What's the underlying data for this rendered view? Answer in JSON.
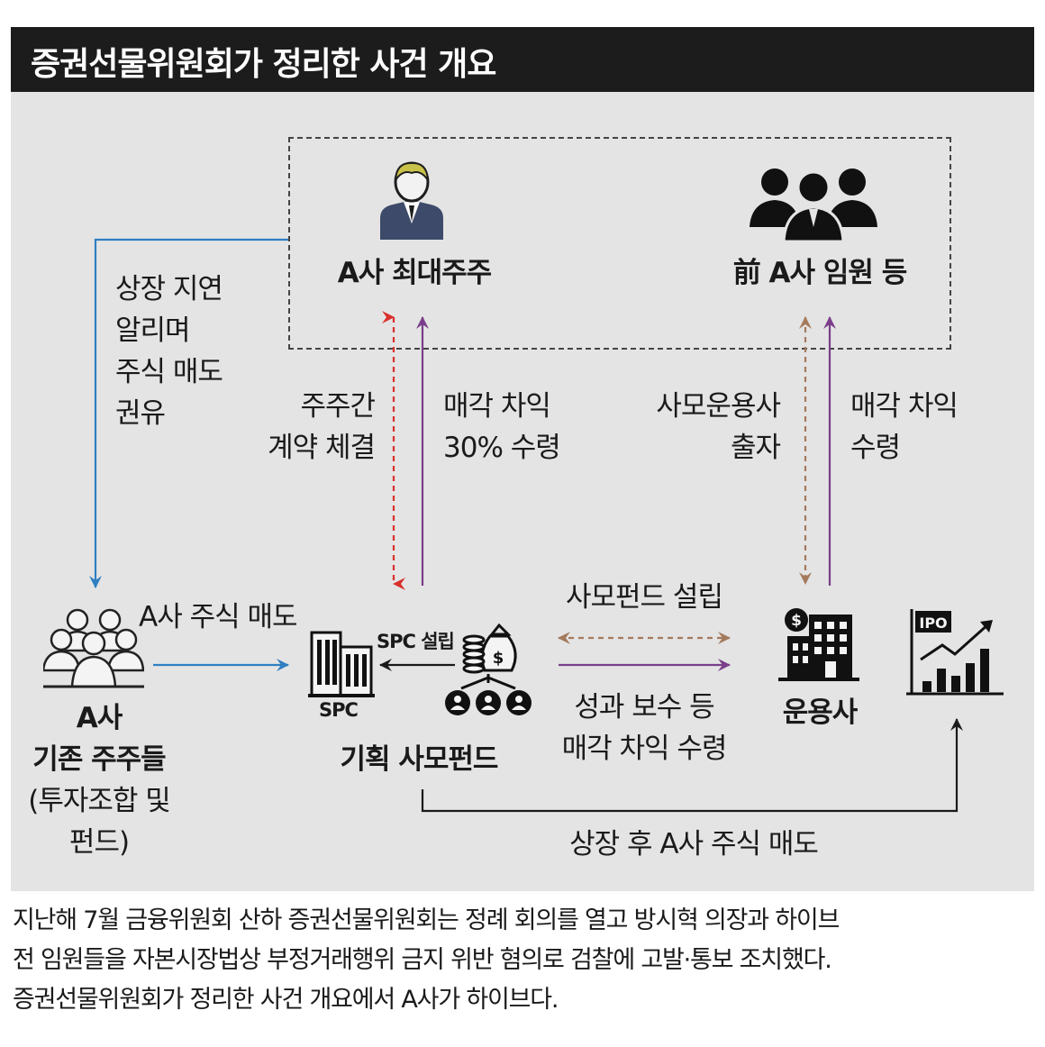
{
  "title": "증권선물위원회가 정리한 사건 개요",
  "nodes": {
    "major_shareholder": "A사 최대주주",
    "former_executives": "前 A사 임원 등",
    "existing_shareholders": [
      "A사",
      "기존 주주들",
      "(투자조합 및",
      "펀드)"
    ],
    "pe_fund": "기획 사모펀드",
    "spc": "SPC",
    "manager": "운용사",
    "ipo": "IPO"
  },
  "edges": {
    "recommend_sale": [
      "상장 지연",
      "알리며",
      "주식 매도",
      "권유"
    ],
    "shareholder_contract": [
      "주주간",
      "계약 체결"
    ],
    "sale_profit_30": [
      "매각 차익",
      "30% 수령"
    ],
    "pe_investment": [
      "사모운용사",
      "출자"
    ],
    "sale_profit": [
      "매각 차익",
      "수령"
    ],
    "stock_sale": "A사 주식 매도",
    "spc_setup": "SPC 설립",
    "fund_setup": "사모펀드 설립",
    "performance_fee": [
      "성과 보수 등",
      "매각 차익 수령"
    ],
    "post_ipo_sale": "상장 후 A사 주식 매도"
  },
  "colors": {
    "blue": "#2f7fc1",
    "red": "#d9302c",
    "purple": "#7a3e8a",
    "brown": "#a57a5c",
    "black": "#1a1a1a"
  },
  "caption": [
    "지난해 7월 금융위원회 산하 증권선물위원회는 정례 회의를 열고 방시혁 의장과 하이브",
    "전 임원들을 자본시장법상 부정거래행위 금지 위반 혐의로 검찰에 고발·통보 조치했다.",
    "증권선물위원회가 정리한 사건 개요에서 A사가 하이브다."
  ]
}
